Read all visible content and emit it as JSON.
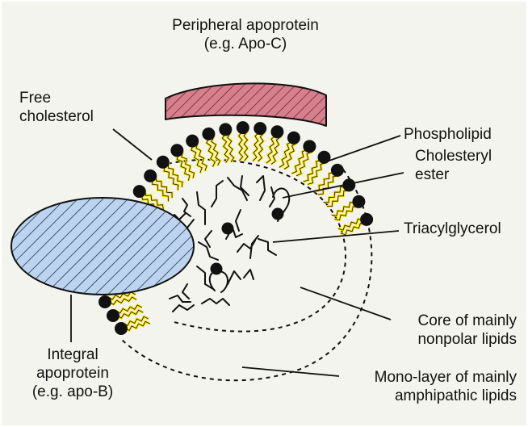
{
  "colors": {
    "background": "#f4f4ee",
    "peripheral_fill": "#d77f8c",
    "integral_fill": "#bcd4ef",
    "tail_yellow": "#ffe600",
    "head_black": "#111111"
  },
  "labels": {
    "peripheral": [
      "Peripheral apoprotein",
      "(e.g. Apo-C)"
    ],
    "free_cholesterol": [
      "Free",
      "cholesterol"
    ],
    "phospholipid": [
      "Phospholipid"
    ],
    "cholesteryl_ester": [
      "Cholesteryl",
      "ester"
    ],
    "triacylglycerol": [
      "Triacylglycerol"
    ],
    "core": [
      "Core of mainly",
      "nonpolar lipids"
    ],
    "monolayer": [
      "Mono-layer of mainly",
      "amphipathic lipids"
    ],
    "integral": [
      "Integral",
      "apoprotein",
      "(e.g. apo-B)"
    ]
  }
}
